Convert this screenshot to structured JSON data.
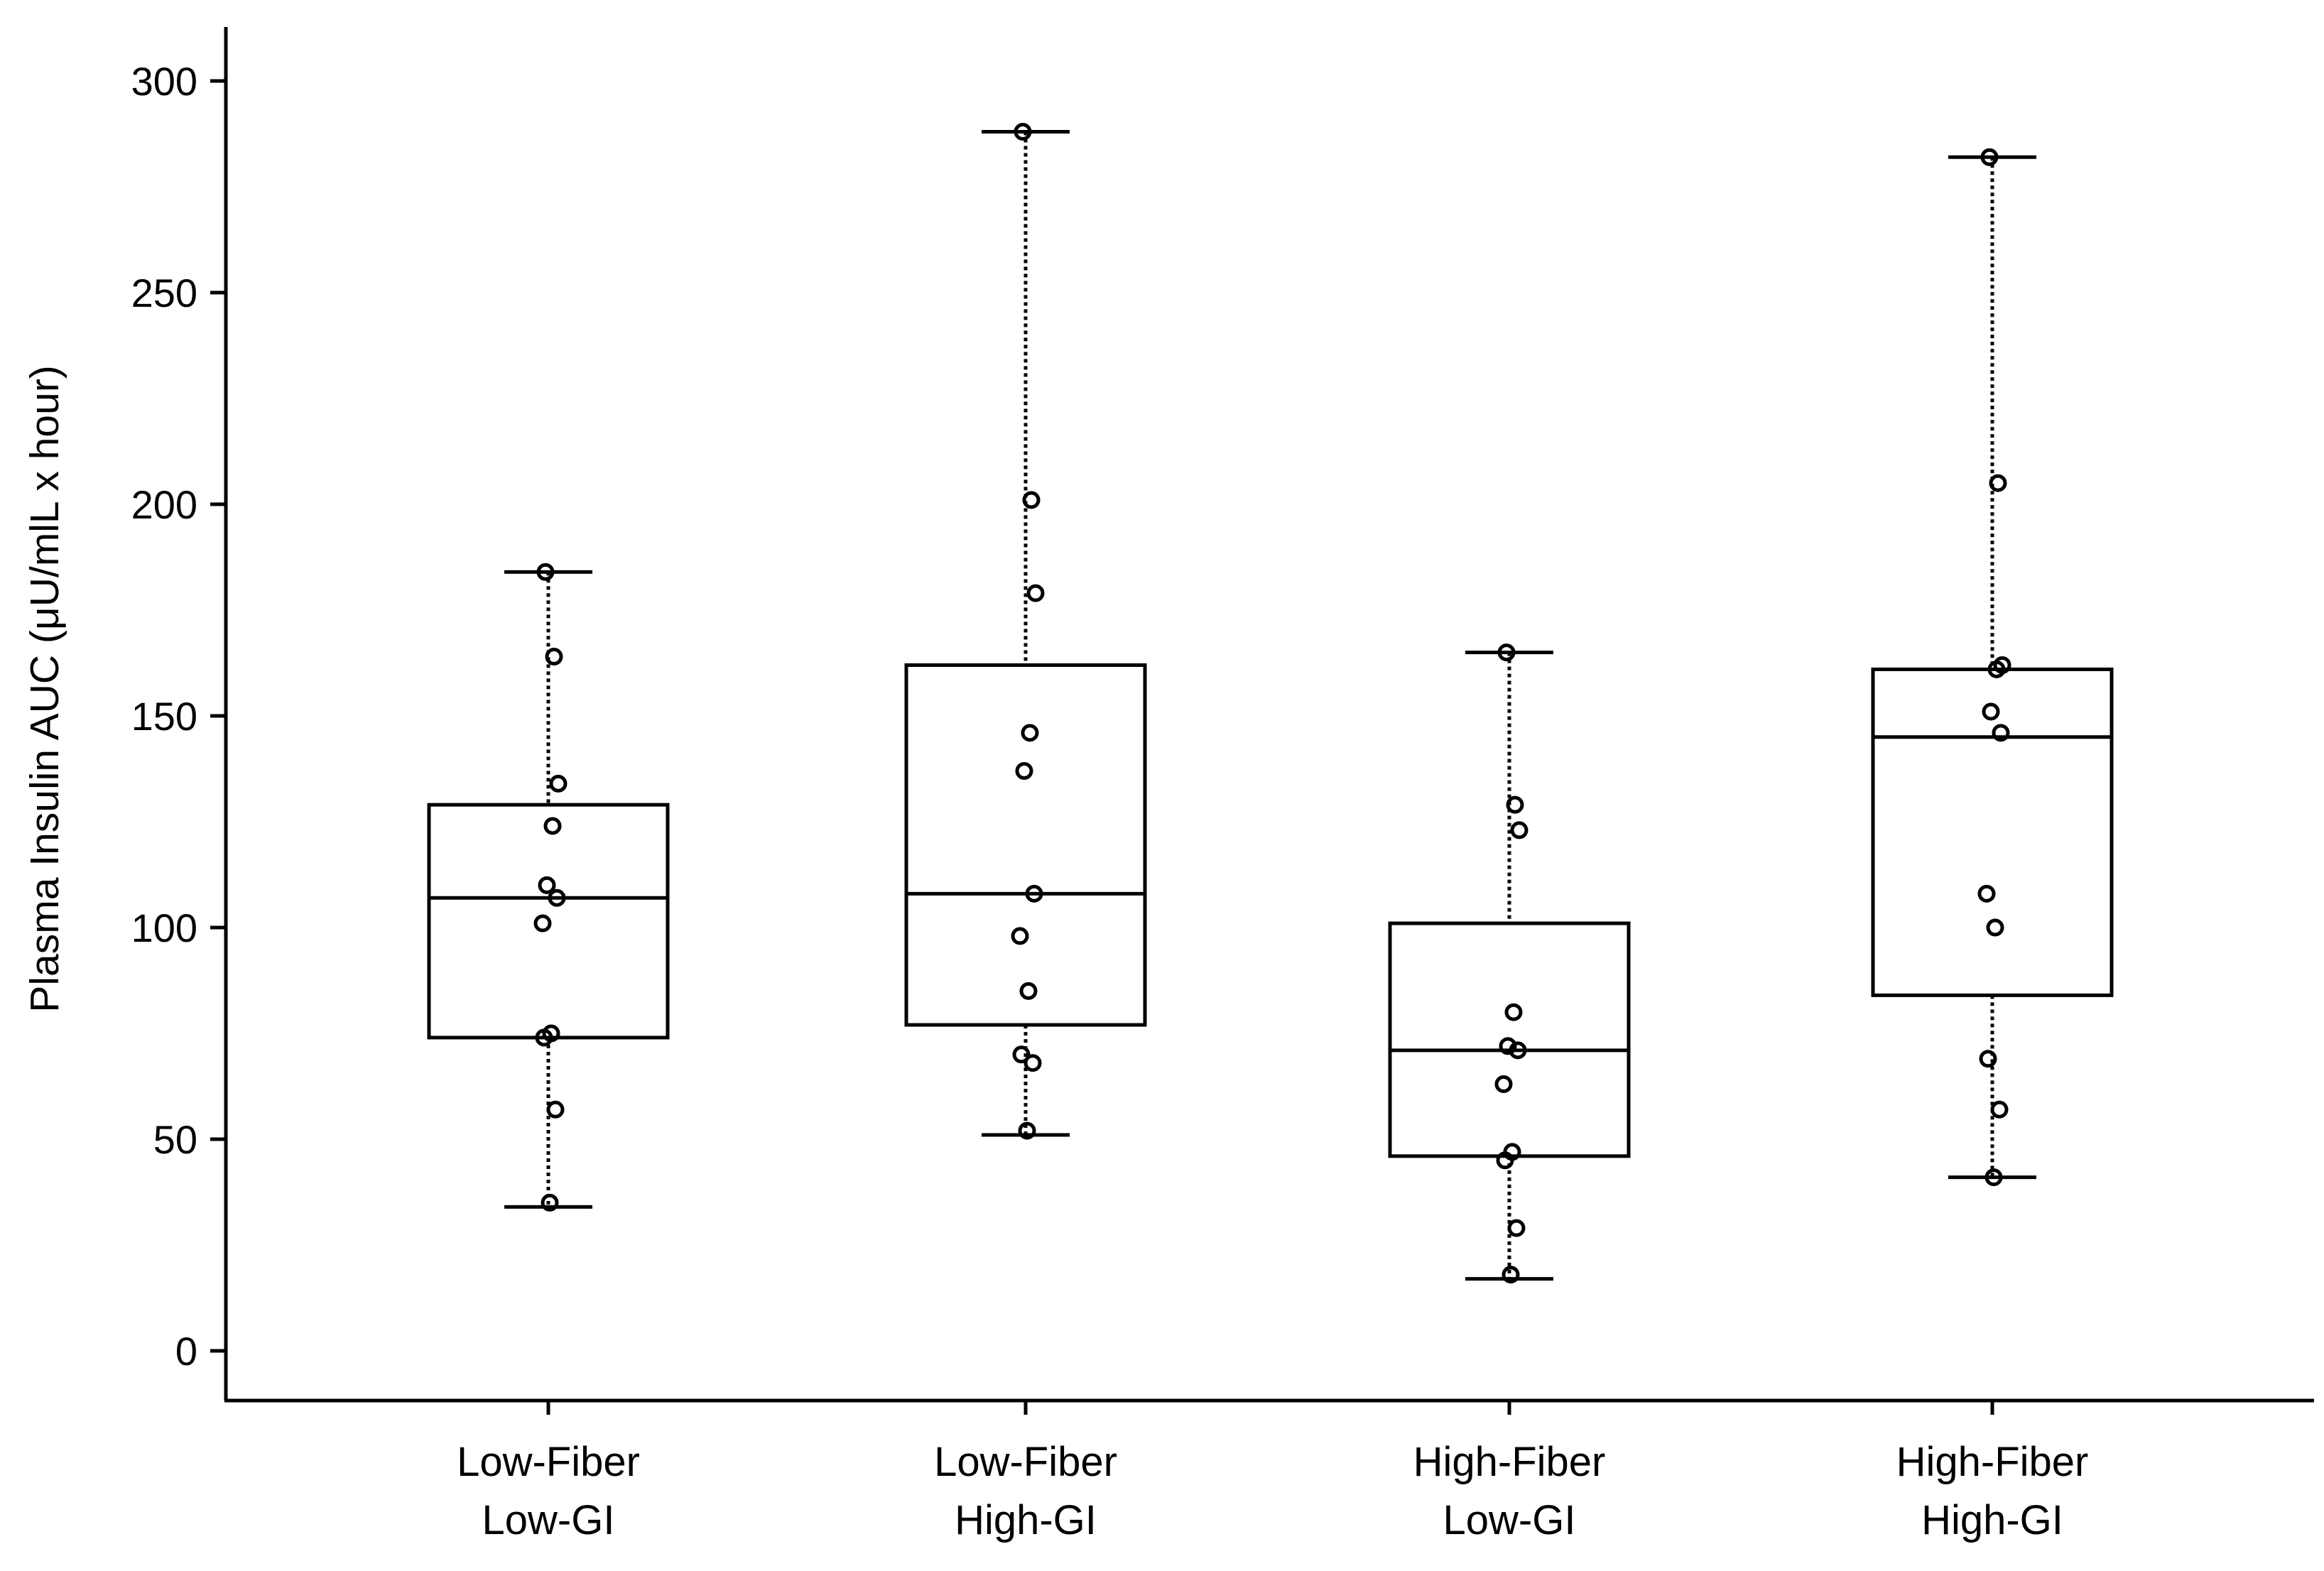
{
  "chart_data": {
    "type": "boxplot",
    "title": "",
    "xlabel": "",
    "ylabel": "Plasma Insulin AUC (μU/mlL x hour)",
    "ylim": [
      0,
      300
    ],
    "yticks": [
      0,
      50,
      100,
      150,
      200,
      250,
      300
    ],
    "grid": false,
    "legend": "none",
    "colors": {
      "line": "#000000",
      "background": "#ffffff",
      "box_fill": "#ffffff"
    },
    "groups": [
      {
        "label_lines": [
          "Low-Fiber",
          "Low-GI"
        ],
        "whisker_low": 34,
        "q1": 74,
        "median": 107,
        "q3": 129,
        "whisker_high": 184,
        "points": [
          184,
          164,
          134,
          124,
          110,
          107,
          101,
          75,
          74,
          57,
          35
        ]
      },
      {
        "label_lines": [
          "Low-Fiber",
          "High-GI"
        ],
        "whisker_low": 51,
        "q1": 77,
        "median": 108,
        "q3": 162,
        "whisker_high": 288,
        "points": [
          288,
          201,
          179,
          146,
          137,
          108,
          98,
          85,
          70,
          68,
          52
        ]
      },
      {
        "label_lines": [
          "High-Fiber",
          "Low-GI"
        ],
        "whisker_low": 17,
        "q1": 46,
        "median": 71,
        "q3": 101,
        "whisker_high": 165,
        "points": [
          165,
          129,
          123,
          80,
          72,
          71,
          63,
          47,
          45,
          29,
          18
        ]
      },
      {
        "label_lines": [
          "High-Fiber",
          "High-GI"
        ],
        "whisker_low": 41,
        "q1": 84,
        "median": 145,
        "q3": 161,
        "whisker_high": 282,
        "points": [
          282,
          205,
          162,
          161,
          151,
          146,
          108,
          100,
          69,
          57,
          41
        ]
      }
    ]
  }
}
